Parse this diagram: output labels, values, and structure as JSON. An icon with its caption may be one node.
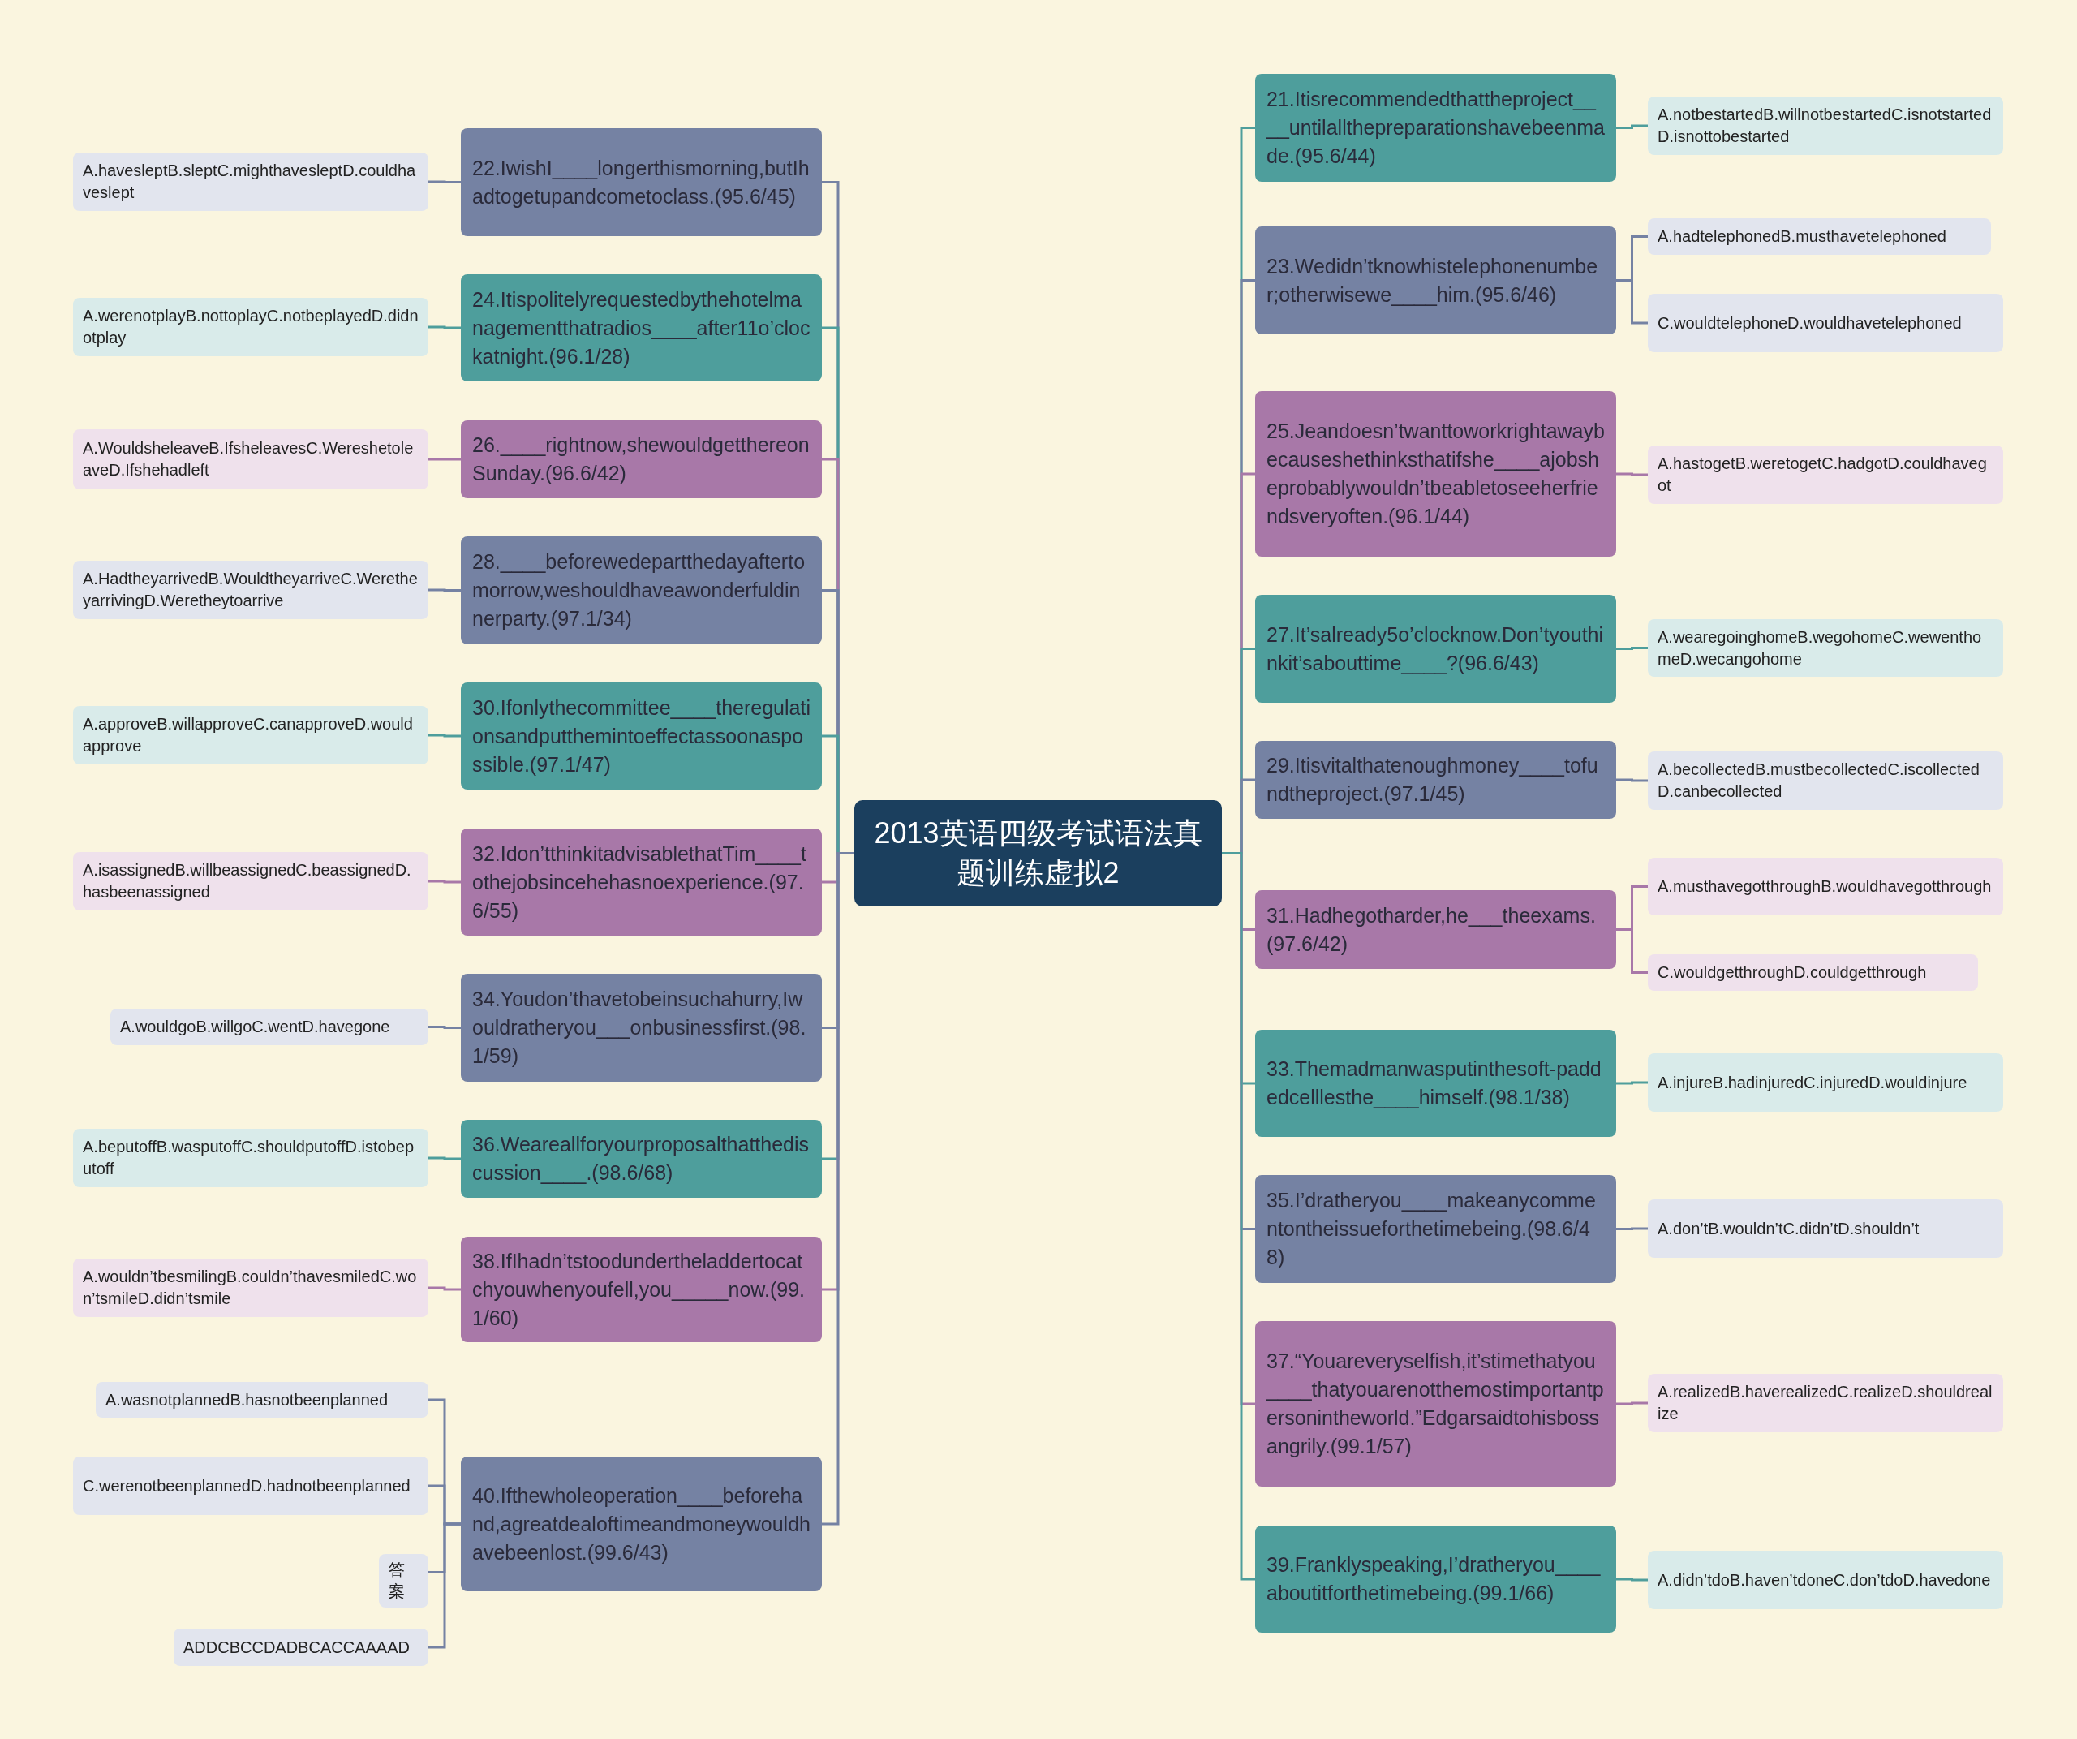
{
  "diagram": {
    "nodes": [
      {
        "text": [
          "2013英语四级考试语法真题训练虚拟2"
        ]
      },
      {
        "text": [
          "22.IwishI____longerthismorning,butIhadtogetupandcometoclass.(95.6/45)"
        ]
      },
      {
        "text": [
          "A.havesleptB.sleptC.mighthavesleptD.couldhaveslept"
        ]
      },
      {
        "text": [
          "24.Itispolitelyrequestedbythehotelmanagementthatradios____after11o’clockatnight.(96.1/28)"
        ]
      },
      {
        "text": [
          "A.werenotplayB.nottoplayC.notbeplayedD.didnotplay"
        ]
      },
      {
        "text": [
          "26.____rightnow,shewouldgetthereonSunday.(96.6/42)"
        ]
      },
      {
        "text": [
          "A.WouldsheleaveB.IfsheleavesC.WereshetoleaveD.Ifshehadleft"
        ]
      },
      {
        "text": [
          "28.____beforewedepartthedayaftertomorrow,weshouldhaveawonderfuldinnerparty.(97.1/34)"
        ]
      },
      {
        "text": [
          "A.HadtheyarrivedB.WouldtheyarriveC.WeretheyarrivingD.Weretheytoarrive"
        ]
      },
      {
        "text": [
          "30.Ifonlythecommittee____theregulationsandputthemintoeffectassoonaspossible.(97.1/47)"
        ]
      },
      {
        "text": [
          "A.approveB.willapproveC.canapproveD.wouldapprove"
        ]
      },
      {
        "text": [
          "32.Idon’tthinkitadvisablethatTim____tothejobsincehehasnoexperience.(97.6/55)"
        ]
      },
      {
        "text": [
          "A.isassignedB.willbeassignedC.beassignedD.hasbeenassigned"
        ]
      },
      {
        "text": [
          "34.Youdon’thavetobeinsuchahurry,Iwouldratheryou___onbusinessfirst.(98.1/59)"
        ]
      },
      {
        "text": [
          "A.wouldgoB.willgoC.wentD.havegone"
        ]
      },
      {
        "text": [
          "36.Weareallforyourproposalthatthediscussion____.(98.6/68)"
        ]
      },
      {
        "text": [
          "A.beputoffB.wasputoffC.shouldputoffD.istobeputoff"
        ]
      },
      {
        "text": [
          "38.IfIhadn’tstoodundertheladdertocatchyouwhenyoufell,you_____now.(99.1/60)"
        ]
      },
      {
        "text": [
          "A.wouldn’tbesmilingB.couldn’thavesmiledC.won’tsmileD.didn’tsmile"
        ]
      },
      {
        "text": [
          "40.Ifthewholeoperation____beforehand,agreatdealoftimeandmoneywouldhavebeenlost.(99.6/43)"
        ]
      },
      {
        "text": [
          "A.wasnotplannedB.hasnotbeenplanned"
        ]
      },
      {
        "text": [
          "C.werenotbeenplannedD.hadnotbeenplanned"
        ]
      },
      {
        "text": [
          "答案"
        ]
      },
      {
        "text": [
          "ADDCBCCDADBCACCAAAAD"
        ]
      },
      {
        "text": [
          "21.Itisrecommendedthattheproject____untilallthepreparationshavebeenmade.(95.6/44)"
        ]
      },
      {
        "text": [
          "A.notbestartedB.willnotbestartedC.isnotstartedD.isnottobestarted"
        ]
      },
      {
        "text": [
          "23.Wedidn’tknowhistelephonenumber;otherwisewe____him.(95.6/46)"
        ]
      },
      {
        "text": [
          "A.hadtelephonedB.musthavetelephoned"
        ]
      },
      {
        "text": [
          "C.wouldtelephoneD.wouldhavetelephoned"
        ]
      },
      {
        "text": [
          "25.Jeandoesn’twanttoworkrightawaybecauseshethinksthatifshe____ajobsheprobablywouldn’tbeabletoseeherfriendsveryoften.(96.1/44)"
        ]
      },
      {
        "text": [
          "A.hastogetB.weretogetC.hadgotD.couldhavegot"
        ]
      },
      {
        "text": [
          "27.It’salready5o’clocknow.Don’tyouthinkit’sabouttime____?(96.6/43)"
        ]
      },
      {
        "text": [
          "A.wearegoinghomeB.wegohomeC.wewenthomeD.wecangohome"
        ]
      },
      {
        "text": [
          "29.Itisvitalthatenoughmoney____tofundtheproject.(97.1/45)"
        ]
      },
      {
        "text": [
          "A.becollectedB.mustbecollectedC.iscollectedD.canbecollected"
        ]
      },
      {
        "text": [
          "31.Hadhegotharder,he___theexams.(97.6/42)"
        ]
      },
      {
        "text": [
          "A.musthavegotthroughB.wouldhavegotthrough"
        ]
      },
      {
        "text": [
          "C.wouldgetthroughD.couldgetthrough"
        ]
      },
      {
        "text": [
          "33.Themadmanwasputinthesoft-paddedcelllesthe____himself.(98.1/38)"
        ]
      },
      {
        "text": [
          "A.injureB.hadinjuredC.injuredD.wouldinjure"
        ]
      },
      {
        "text": [
          "35.I’dratheryou____makeanycommentontheissueforthetimebeing.(98.6/48)"
        ]
      },
      {
        "text": [
          "A.don’tB.wouldn’tC.didn’tD.shouldn’t"
        ]
      },
      {
        "text": [
          "37.“Youareveryselfish,it’stimethatyou____thatyouarenotthemostimportantpersonintheworld.”Edgarsaidtohisbossangrily.(99.1/57)"
        ]
      },
      {
        "text": [
          "A.realizedB.haverealizedC.realizeD.shouldrealize"
        ]
      },
      {
        "text": [
          "39.Franklyspeaking,I’dratheryou____aboutitforthetimebeing.(99.1/66)"
        ]
      },
      {
        "text": [
          "A.didn’tdoB.haven’tdoneC.don’tdoD.havedone"
        ]
      }
    ],
    "edges": [
      {
        "from": 0,
        "to": 1,
        "arrow": "none",
        "color": "#7582a3"
      },
      {
        "from": 0,
        "to": 3,
        "arrow": "none",
        "color": "#4e9e9c"
      },
      {
        "from": 0,
        "to": 5,
        "arrow": "none",
        "color": "#a878a8"
      },
      {
        "from": 0,
        "to": 7,
        "arrow": "none",
        "color": "#7582a3"
      },
      {
        "from": 0,
        "to": 9,
        "arrow": "none",
        "color": "#4e9e9c"
      },
      {
        "from": 0,
        "to": 11,
        "arrow": "none",
        "color": "#a878a8"
      },
      {
        "from": 0,
        "to": 13,
        "arrow": "none",
        "color": "#7582a3"
      },
      {
        "from": 0,
        "to": 15,
        "arrow": "none",
        "color": "#4e9e9c"
      },
      {
        "from": 0,
        "to": 17,
        "arrow": "none",
        "color": "#a878a8"
      },
      {
        "from": 0,
        "to": 19,
        "arrow": "none",
        "color": "#7582a3"
      },
      {
        "from": 1,
        "to": 2,
        "arrow": "none",
        "color": "#7582a3"
      },
      {
        "from": 3,
        "to": 4,
        "arrow": "none",
        "color": "#4e9e9c"
      },
      {
        "from": 5,
        "to": 6,
        "arrow": "none",
        "color": "#a878a8"
      },
      {
        "from": 7,
        "to": 8,
        "arrow": "none",
        "color": "#7582a3"
      },
      {
        "from": 9,
        "to": 10,
        "arrow": "none",
        "color": "#4e9e9c"
      },
      {
        "from": 11,
        "to": 12,
        "arrow": "none",
        "color": "#a878a8"
      },
      {
        "from": 13,
        "to": 14,
        "arrow": "none",
        "color": "#7582a3"
      },
      {
        "from": 15,
        "to": 16,
        "arrow": "none",
        "color": "#4e9e9c"
      },
      {
        "from": 17,
        "to": 18,
        "arrow": "none",
        "color": "#a878a8"
      },
      {
        "from": 19,
        "to": 20,
        "arrow": "none",
        "color": "#7582a3"
      },
      {
        "from": 19,
        "to": 21,
        "arrow": "none",
        "color": "#7582a3"
      },
      {
        "from": 19,
        "to": 22,
        "arrow": "none",
        "color": "#7582a3"
      },
      {
        "from": 19,
        "to": 23,
        "arrow": "none",
        "color": "#7582a3"
      },
      {
        "from": 0,
        "to": 24,
        "arrow": "none",
        "color": "#4e9e9c"
      },
      {
        "from": 0,
        "to": 26,
        "arrow": "none",
        "color": "#7582a3"
      },
      {
        "from": 0,
        "to": 29,
        "arrow": "none",
        "color": "#a878a8"
      },
      {
        "from": 0,
        "to": 31,
        "arrow": "none",
        "color": "#4e9e9c"
      },
      {
        "from": 0,
        "to": 33,
        "arrow": "none",
        "color": "#7582a3"
      },
      {
        "from": 0,
        "to": 35,
        "arrow": "none",
        "color": "#a878a8"
      },
      {
        "from": 0,
        "to": 38,
        "arrow": "none",
        "color": "#4e9e9c"
      },
      {
        "from": 0,
        "to": 40,
        "arrow": "none",
        "color": "#7582a3"
      },
      {
        "from": 0,
        "to": 42,
        "arrow": "none",
        "color": "#a878a8"
      },
      {
        "from": 0,
        "to": 44,
        "arrow": "none",
        "color": "#4e9e9c"
      },
      {
        "from": 24,
        "to": 25,
        "arrow": "none",
        "color": "#4e9e9c"
      },
      {
        "from": 26,
        "to": 27,
        "arrow": "none",
        "color": "#7582a3"
      },
      {
        "from": 26,
        "to": 28,
        "arrow": "none",
        "color": "#7582a3"
      },
      {
        "from": 29,
        "to": 30,
        "arrow": "none",
        "color": "#a878a8"
      },
      {
        "from": 31,
        "to": 32,
        "arrow": "none",
        "color": "#4e9e9c"
      },
      {
        "from": 33,
        "to": 34,
        "arrow": "none",
        "color": "#7582a3"
      },
      {
        "from": 35,
        "to": 36,
        "arrow": "none",
        "color": "#a878a8"
      },
      {
        "from": 35,
        "to": 37,
        "arrow": "none",
        "color": "#a878a8"
      },
      {
        "from": 38,
        "to": 39,
        "arrow": "none",
        "color": "#4e9e9c"
      },
      {
        "from": 40,
        "to": 41,
        "arrow": "none",
        "color": "#7582a3"
      },
      {
        "from": 42,
        "to": 43,
        "arrow": "none",
        "color": "#a878a8"
      },
      {
        "from": 44,
        "to": 45,
        "arrow": "none",
        "color": "#4e9e9c"
      }
    ]
  }
}
